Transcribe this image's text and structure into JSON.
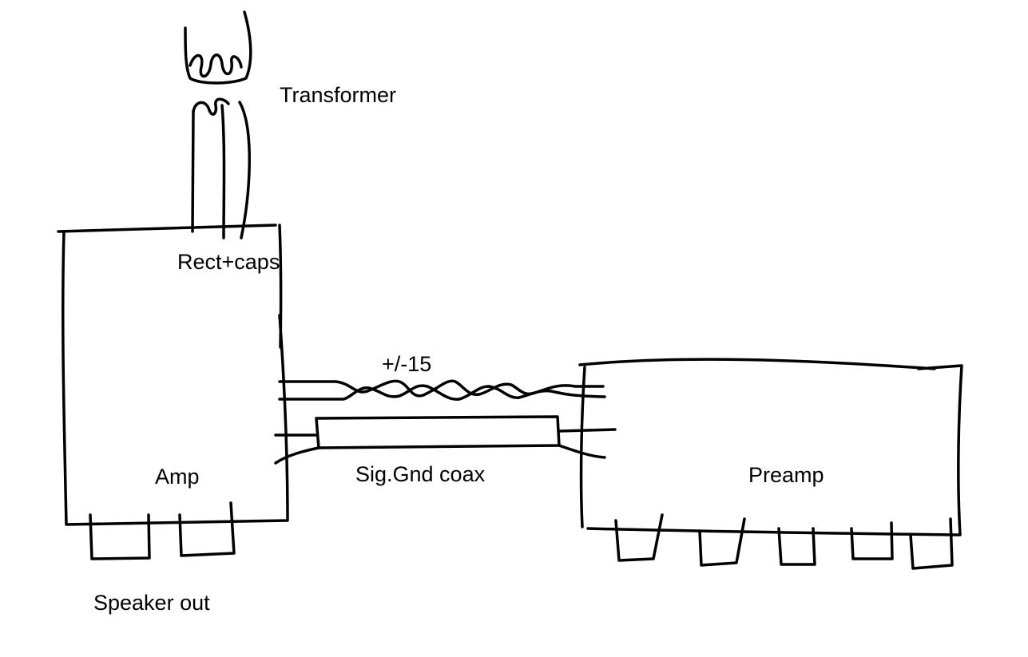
{
  "labels": {
    "transformer": "Transformer",
    "rect_caps": "Rect+caps",
    "supply": "+/-15",
    "amp": "Amp",
    "sig_gnd": "Sig.Gnd coax",
    "preamp": "Preamp",
    "speaker_out": "Speaker out"
  },
  "colors": {
    "ink": "#000000",
    "background": "#ffffff"
  }
}
